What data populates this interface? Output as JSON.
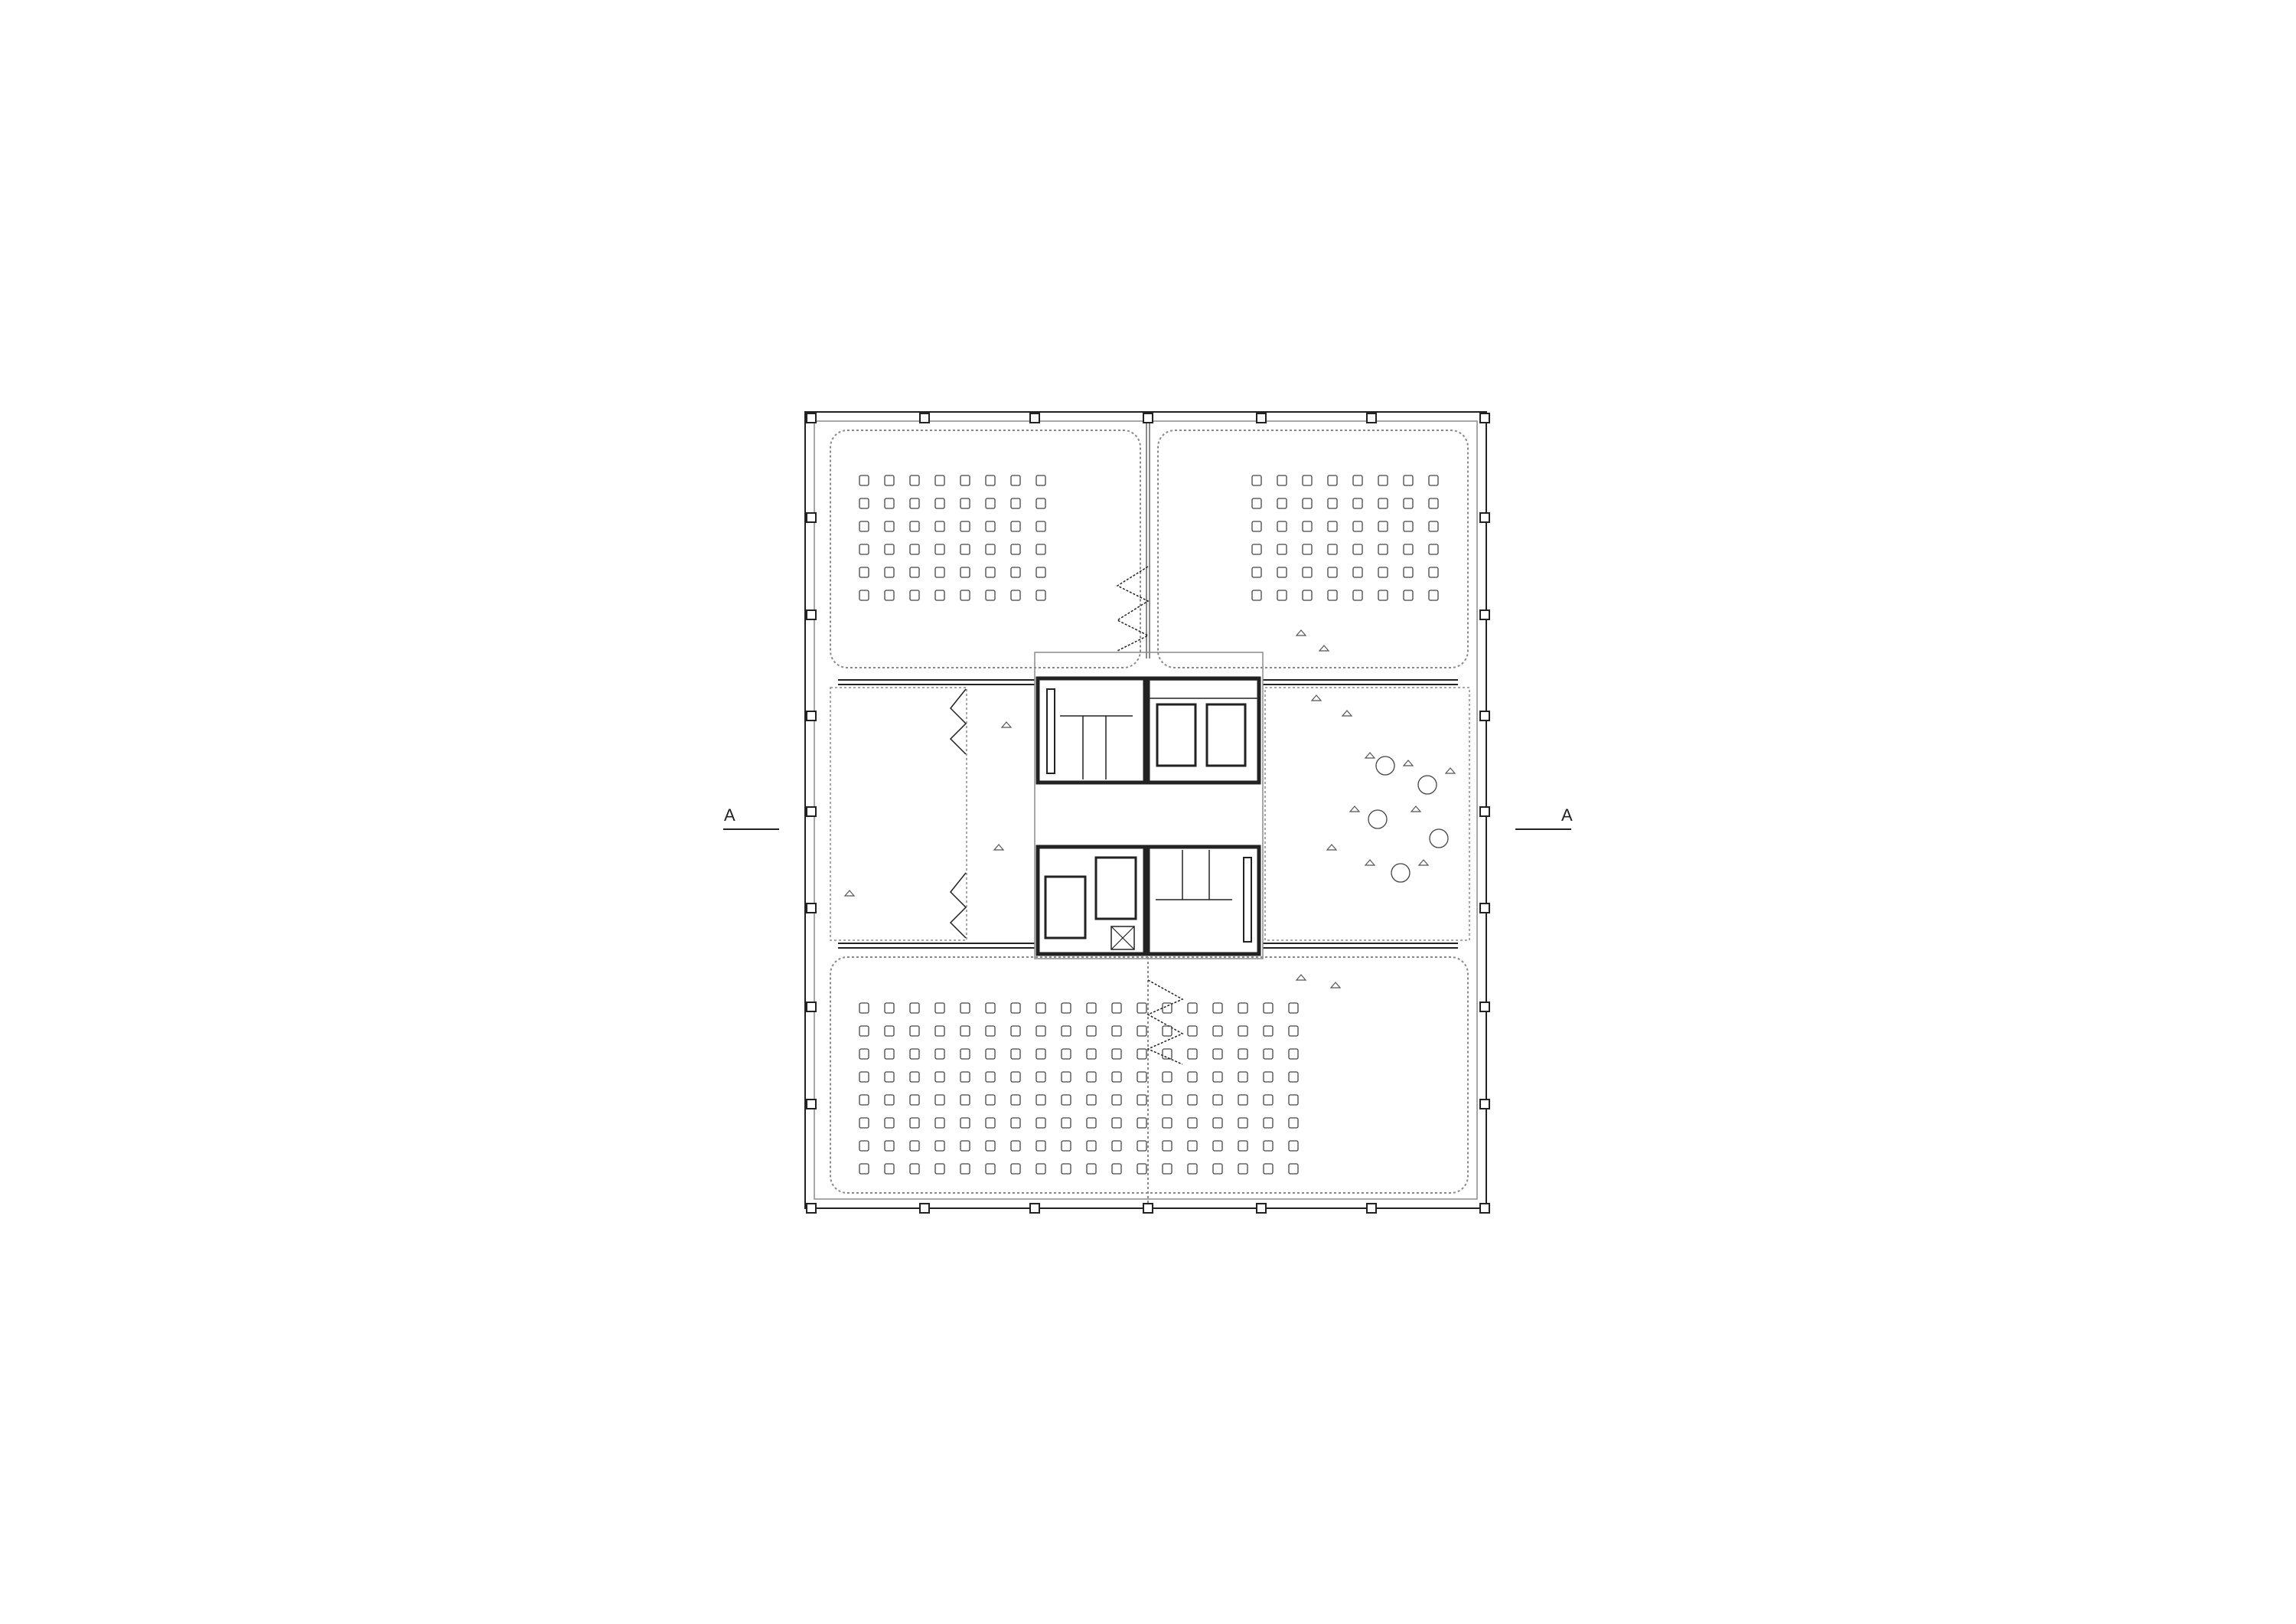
{
  "section_marker": {
    "left_label": "A",
    "right_label": "A"
  },
  "rooms": {
    "top_left_hall_seat_grid": {
      "rows": 6,
      "cols": 8
    },
    "top_right_hall_seat_grid": {
      "rows": 6,
      "cols": 8
    },
    "bottom_hall_seat_grid": {
      "rows": 8,
      "cols": 18
    }
  },
  "colors": {
    "line": "#222222",
    "light_line": "#8a8a8a",
    "background": "#ffffff"
  }
}
